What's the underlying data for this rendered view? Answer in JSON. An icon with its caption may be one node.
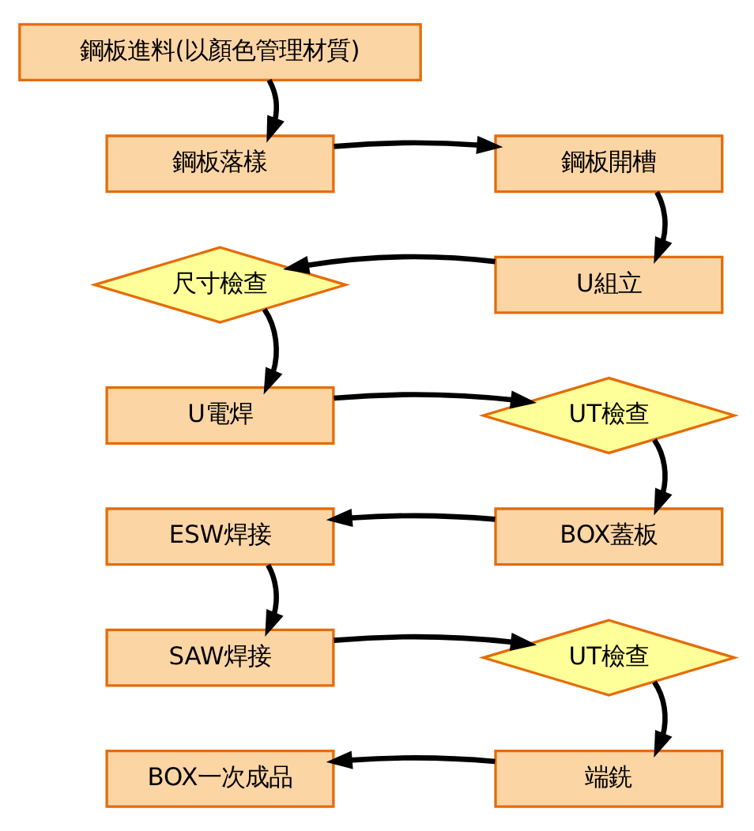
{
  "diagram": {
    "nodes": [
      {
        "text": [
          "鋼板進料(以顏色管理材質)"
        ]
      },
      {
        "text": [
          "鋼板落樣"
        ]
      },
      {
        "text": [
          "鋼板開槽"
        ]
      },
      {
        "text": [
          "U組立"
        ]
      },
      {
        "text": [
          "尺寸檢查"
        ]
      },
      {
        "text": [
          "U電焊"
        ]
      },
      {
        "text": [
          "UT檢查"
        ]
      },
      {
        "text": [
          "BOX蓋板"
        ]
      },
      {
        "text": [
          "ESW焊接"
        ]
      },
      {
        "text": [
          "SAW焊接"
        ]
      },
      {
        "text": [
          "UT檢查"
        ]
      },
      {
        "text": [
          "端銑"
        ]
      },
      {
        "text": [
          "BOX一次成品"
        ]
      }
    ],
    "edges": [
      {
        "from": 0,
        "to": 1,
        "arrow": "to"
      },
      {
        "from": 1,
        "to": 2,
        "arrow": "to"
      },
      {
        "from": 2,
        "to": 3,
        "arrow": "to"
      },
      {
        "from": 3,
        "to": 4,
        "arrow": "to"
      },
      {
        "from": 4,
        "to": 5,
        "arrow": "to"
      },
      {
        "from": 5,
        "to": 6,
        "arrow": "to"
      },
      {
        "from": 6,
        "to": 7,
        "arrow": "to"
      },
      {
        "from": 7,
        "to": 8,
        "arrow": "to"
      },
      {
        "from": 8,
        "to": 9,
        "arrow": "to"
      },
      {
        "from": 9,
        "to": 10,
        "arrow": "to"
      },
      {
        "from": 10,
        "to": 11,
        "arrow": "to"
      },
      {
        "from": 11,
        "to": 12,
        "arrow": "to"
      }
    ]
  }
}
